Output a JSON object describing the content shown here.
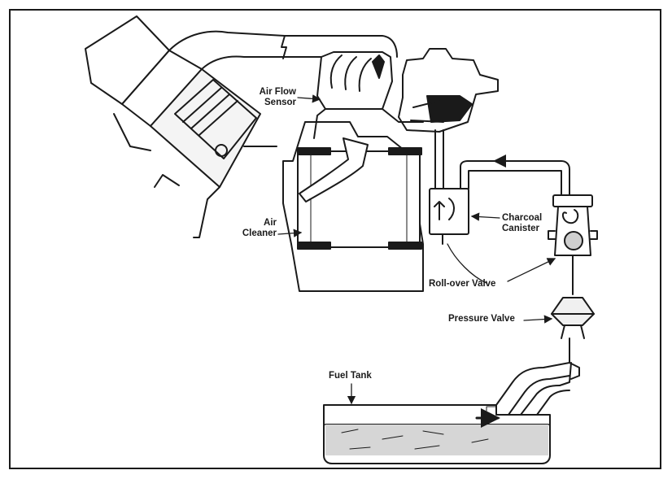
{
  "labels": {
    "air_flow_sensor": [
      "Air Flow",
      "Sensor"
    ],
    "air_cleaner": [
      "Air",
      "Cleaner"
    ],
    "charcoal_canister": [
      "Charcoal",
      "Canister"
    ],
    "rollover_valve": "Roll-over Valve",
    "pressure_valve": "Pressure Valve",
    "fuel_tank": "Fuel Tank"
  },
  "colors": {
    "ink": "#1a1a1a",
    "paper": "#ffffff"
  }
}
